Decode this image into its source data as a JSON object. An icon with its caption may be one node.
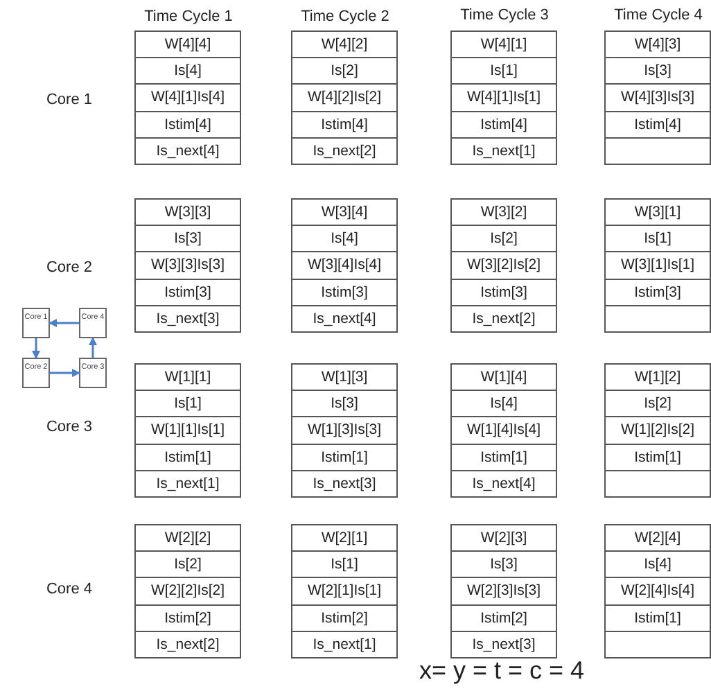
{
  "diagram": {
    "nodes": [
      {
        "text": [
          "W[4][4]",
          "Is[4]",
          "W[4][1]Is[4]",
          "Istim[4]",
          "Is_next[4]"
        ]
      },
      {
        "text": [
          "W[4][2]",
          "Is[2]",
          "W[4][2]Is[2]",
          "Istim[4]",
          "Is_next[2]"
        ]
      },
      {
        "text": [
          "W[4][1]",
          "Is[1]",
          "W[4][1]Is[1]",
          "Istim[4]",
          "Is_next[1]"
        ]
      },
      {
        "text": [
          "W[4][3]",
          "Is[3]",
          "W[4][3]Is[3]",
          "Istim[4]"
        ]
      },
      {
        "text": [
          "W[3][3]",
          "Is[3]",
          "W[3][3]Is[3]",
          "Istim[3]",
          "Is_next[3]"
        ]
      },
      {
        "text": [
          "W[3][4]",
          "Is[4]",
          "W[3][4]Is[4]",
          "Istim[3]",
          "Is_next[4]"
        ]
      },
      {
        "text": [
          "W[3][2]",
          "Is[2]",
          "W[3][2]Is[2]",
          "Istim[3]",
          "Is_next[2]"
        ]
      },
      {
        "text": [
          "W[3][1]",
          "Is[1]",
          "W[3][1]Is[1]",
          "Istim[3]"
        ]
      },
      {
        "text": [
          "W[1][1]",
          "Is[1]",
          "W[1][1]Is[1]",
          "Istim[1]",
          "Is_next[1]"
        ]
      },
      {
        "text": [
          "W[1][3]",
          "Is[3]",
          "W[1][3]Is[3]",
          "Istim[1]",
          "Is_next[3]"
        ]
      },
      {
        "text": [
          "W[1][4]",
          "Is[4]",
          "W[1][4]Is[4]",
          "Istim[1]",
          "Is_next[4]"
        ]
      },
      {
        "text": [
          "W[1][2]",
          "Is[2]",
          "W[1][2]Is[2]",
          "Istim[1]"
        ]
      },
      {
        "text": [
          "W[2][2]",
          "Is[2]",
          "W[2][2]Is[2]",
          "Istim[2]",
          "Is_next[2]"
        ]
      },
      {
        "text": [
          "W[2][1]",
          "Is[1]",
          "W[2][1]Is[1]",
          "Istim[2]",
          "Is_next[1]"
        ]
      },
      {
        "text": [
          "W[2][3]",
          "Is[3]",
          "W[2][3]Is[3]",
          "Istim[2]",
          "Is_next[3]"
        ]
      },
      {
        "text": [
          "W[2][4]",
          "Is[4]",
          "W[2][4]Is[4]",
          "Istim[1]"
        ]
      },
      {
        "text": [
          "Core 1"
        ]
      },
      {
        "text": [
          "Core 4"
        ]
      },
      {
        "text": [
          "Core 2"
        ]
      },
      {
        "text": [
          "Core 3"
        ]
      }
    ],
    "edges": [
      {
        "from": 17,
        "to": 16,
        "arrow": "to"
      },
      {
        "from": 16,
        "to": 18,
        "arrow": "to"
      },
      {
        "from": 18,
        "to": 19,
        "arrow": "to"
      },
      {
        "from": 19,
        "to": 17,
        "arrow": "to"
      }
    ],
    "labels": [
      "Time Cycle 1",
      "Time Cycle 2",
      "Time Cycle 3",
      "Time Cycle 4",
      "Core 1",
      "Core 2",
      "Core 3",
      "Core 4",
      "x= y = t = c = 4"
    ]
  }
}
